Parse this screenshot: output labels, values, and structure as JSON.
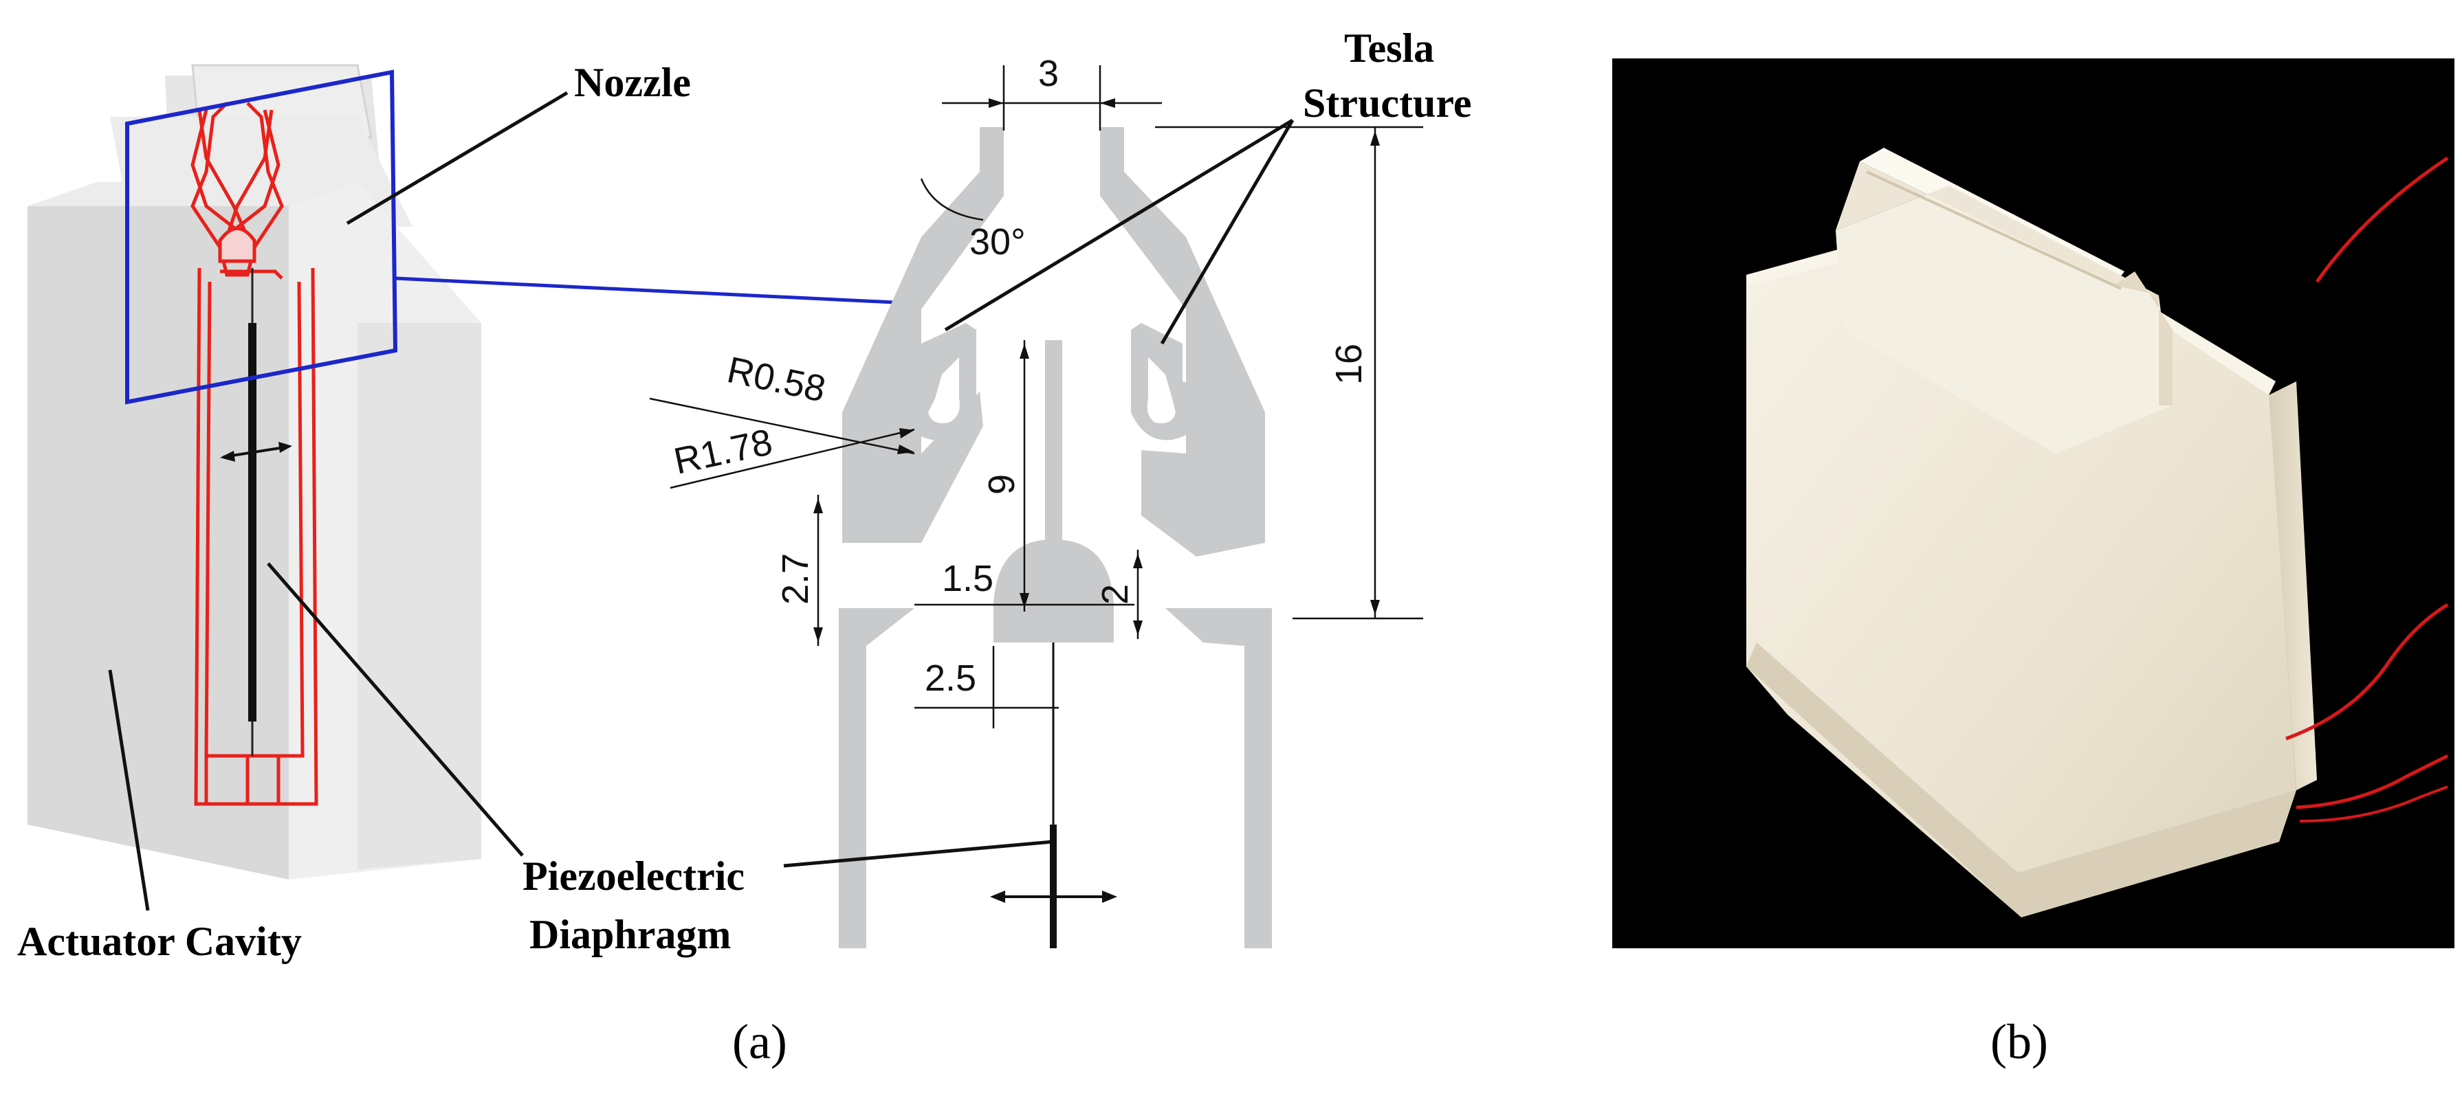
{
  "labels": {
    "nozzle": "Nozzle",
    "tesla_line1": "Tesla",
    "tesla_line2": "Structure",
    "actuator_cavity": "Actuator Cavity",
    "piezo_line1": "Piezoelectric",
    "piezo_line2": "Diaphragm"
  },
  "dimensions": {
    "top_gap": "3",
    "angle": "30°",
    "radius_small": "R0.58",
    "radius_large": "R1.78",
    "total_height": "16",
    "inner_height": "9",
    "left_gap": "2.7",
    "center_width": "1.5",
    "right_gap": "2",
    "chamber_width": "2.5"
  },
  "captions": {
    "a": "(a)",
    "b": "(b)"
  },
  "colors": {
    "outline_red": "#e8211b",
    "frame_blue": "#1c27c9",
    "gray_part": "#c9cacc",
    "photo_bg": "#000000",
    "device_white": "#f2ecdd"
  }
}
